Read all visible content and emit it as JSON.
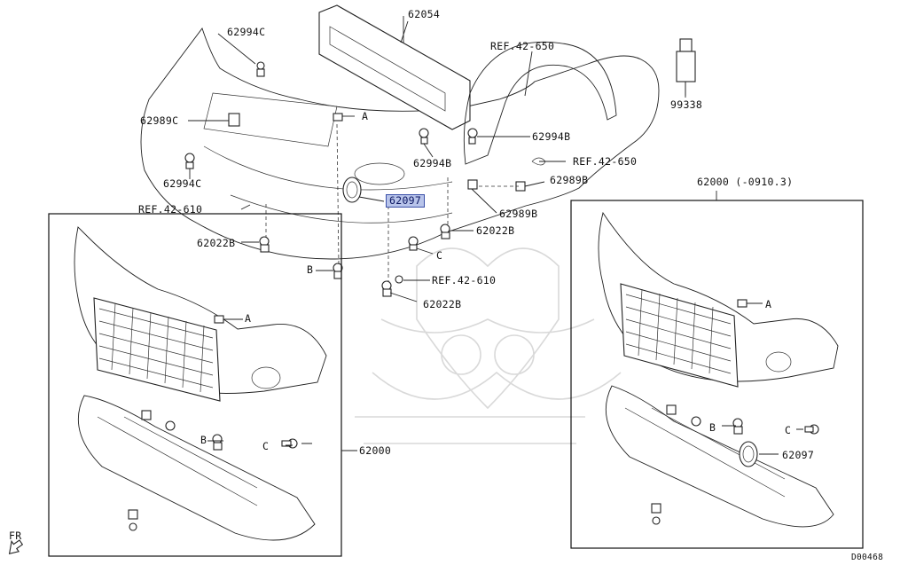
{
  "labels": {
    "l62054": "62054",
    "l62994c_top": "62994C",
    "lref42650_top": "REF.42-650",
    "l99338": "99338",
    "l62989c": "62989C",
    "lA_top": "A",
    "l62994b_right": "62994B",
    "l62994b_mid": "62994B",
    "lref42650_mid": "REF.42-650",
    "l62994c_left": "62994C",
    "l62989b_right": "62989B",
    "l62097_hl": "62097",
    "l62000_variant": "62000 (-0910.3)",
    "l62989b_mid": "62989B",
    "lref42610_left": "REF.42-610",
    "l62022b_right": "62022B",
    "l62022b_left": "62022B",
    "lC_mid": "C",
    "lB_mid": "B",
    "lref42610_mid": "REF.42-610",
    "l62022b_low": "62022B",
    "lA_leftbox": "A",
    "lA_rightbox": "A",
    "lB_leftbox": "B",
    "lC_leftbox": "C",
    "l62000_left": "62000",
    "lB_rightbox": "B",
    "lC_rightbox": "C",
    "l62097_right": "62097",
    "lfr": "FR",
    "ldiagram_id": "D00468"
  },
  "highlight_part": "62097",
  "colors": {
    "highlight_fill": "#b8c4ea",
    "highlight_border": "#3a4fa8",
    "line": "#222222",
    "watermark": "#d9d9d9"
  }
}
